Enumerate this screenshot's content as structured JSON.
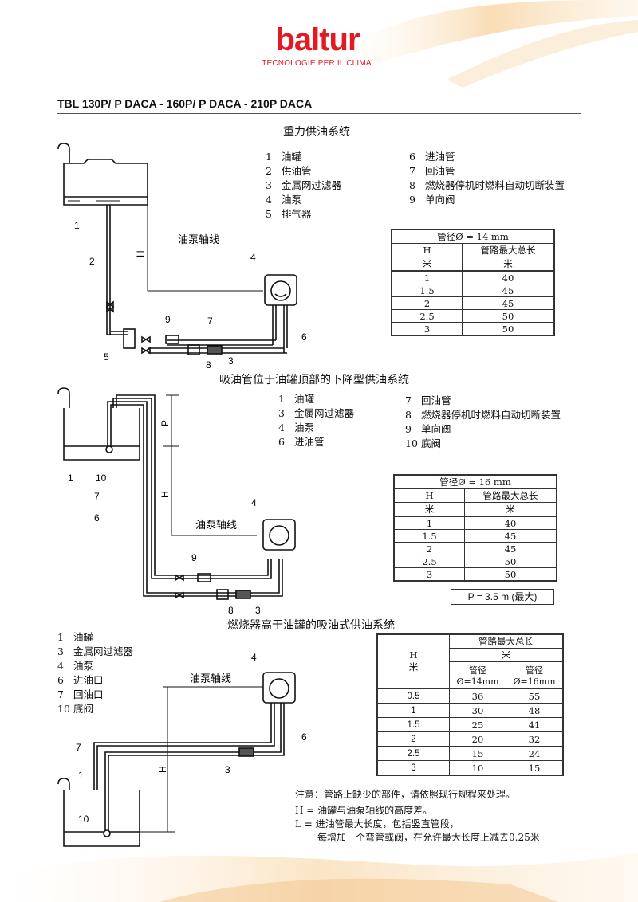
{
  "header": {
    "logo": "baltur",
    "tagline": "TECNOLOGIE PER IL CLIMA",
    "model_title": "TBL 130P/ P DACA - 160P/ P DACA - 210P DACA"
  },
  "section1": {
    "title": "重力供油系统",
    "legend_left": [
      {
        "n": "1",
        "t": "油罐"
      },
      {
        "n": "2",
        "t": "供油管"
      },
      {
        "n": "3",
        "t": "金属网过滤器"
      },
      {
        "n": "4",
        "t": "油泵"
      },
      {
        "n": "5",
        "t": "排气器"
      }
    ],
    "legend_right": [
      {
        "n": "6",
        "t": "进油管"
      },
      {
        "n": "7",
        "t": "回油管"
      },
      {
        "n": "8",
        "t": "燃烧器停机时燃料自动切断装置"
      },
      {
        "n": "9",
        "t": "单向阀"
      }
    ],
    "table": {
      "caption": "管径Ø = 14 mm",
      "col_h": "H",
      "col_len": "管路最大总长",
      "unit_h": "米",
      "unit_len": "米",
      "rows": [
        [
          "1",
          "40"
        ],
        [
          "1.5",
          "45"
        ],
        [
          "2",
          "45"
        ],
        [
          "2.5",
          "50"
        ],
        [
          "3",
          "50"
        ]
      ]
    },
    "diagram": {
      "axis_label": "油泵轴线",
      "h_label": "H",
      "labels": [
        "1",
        "2",
        "4",
        "5",
        "6",
        "7",
        "8",
        "9",
        "3"
      ]
    }
  },
  "section2": {
    "title": "吸油管位于油罐顶部的下降型供油系统",
    "legend_left": [
      {
        "n": "1",
        "t": "油罐"
      },
      {
        "n": "3",
        "t": "金属网过滤器"
      },
      {
        "n": "4",
        "t": "油泵"
      },
      {
        "n": "6",
        "t": "进油管"
      }
    ],
    "legend_right": [
      {
        "n": "7",
        "t": "回油管"
      },
      {
        "n": "8",
        "t": "燃烧器停机时燃料自动切断装置"
      },
      {
        "n": "9",
        "t": "单向阀"
      },
      {
        "n": "10",
        "t": "底阀"
      }
    ],
    "table": {
      "caption": "管径Ø = 16 mm",
      "col_h": "H",
      "col_len": "管路最大总长",
      "unit_h": "米",
      "unit_len": "米",
      "rows": [
        [
          "1",
          "40"
        ],
        [
          "1.5",
          "45"
        ],
        [
          "2",
          "45"
        ],
        [
          "2.5",
          "50"
        ],
        [
          "3",
          "50"
        ]
      ]
    },
    "pmax": "P = 3.5 m (最大)",
    "diagram": {
      "axis_label": "油泵轴线",
      "h_label": "H",
      "p_label": "P",
      "labels": [
        "1",
        "10",
        "7",
        "6",
        "4",
        "9",
        "8",
        "3"
      ]
    }
  },
  "section3": {
    "title": "燃烧器高于油罐的吸油式供油系统",
    "legend": [
      {
        "n": "1",
        "t": "油罐"
      },
      {
        "n": "3",
        "t": "金属网过滤器"
      },
      {
        "n": "4",
        "t": "油泵"
      },
      {
        "n": "6",
        "t": "进油口"
      },
      {
        "n": "7",
        "t": "回油口"
      },
      {
        "n": "10",
        "t": "底阀"
      }
    ],
    "table": {
      "col_len": "管路最大总长",
      "unit_len": "米",
      "col_h": "H",
      "unit_h": "米",
      "sub1": "管径",
      "sub1b": "Ø=14mm",
      "sub2": "管径",
      "sub2b": "Ø=16mm",
      "rows": [
        [
          "0.5",
          "36",
          "55"
        ],
        [
          "1",
          "30",
          "48"
        ],
        [
          "1.5",
          "25",
          "41"
        ],
        [
          "2",
          "20",
          "32"
        ],
        [
          "2.5",
          "15",
          "24"
        ],
        [
          "3",
          "10",
          "15"
        ]
      ]
    },
    "note1": "注意：管路上缺少的部件，请依照现行规程来处理。",
    "note_h": "H = 油罐与油泵轴线的高度差。",
    "note_l1": "L = 进油管最大长度，包括竖直管段，",
    "note_l2": "每增加一个弯管或阀，在允许最大长度上减去0.25米",
    "diagram": {
      "axis_label": "油泵轴线",
      "h_label": "H",
      "labels": [
        "4",
        "6",
        "7",
        "3",
        "1",
        "10"
      ]
    }
  },
  "colors": {
    "brand": "#e21b23",
    "swoosh": "#f2c48a"
  }
}
